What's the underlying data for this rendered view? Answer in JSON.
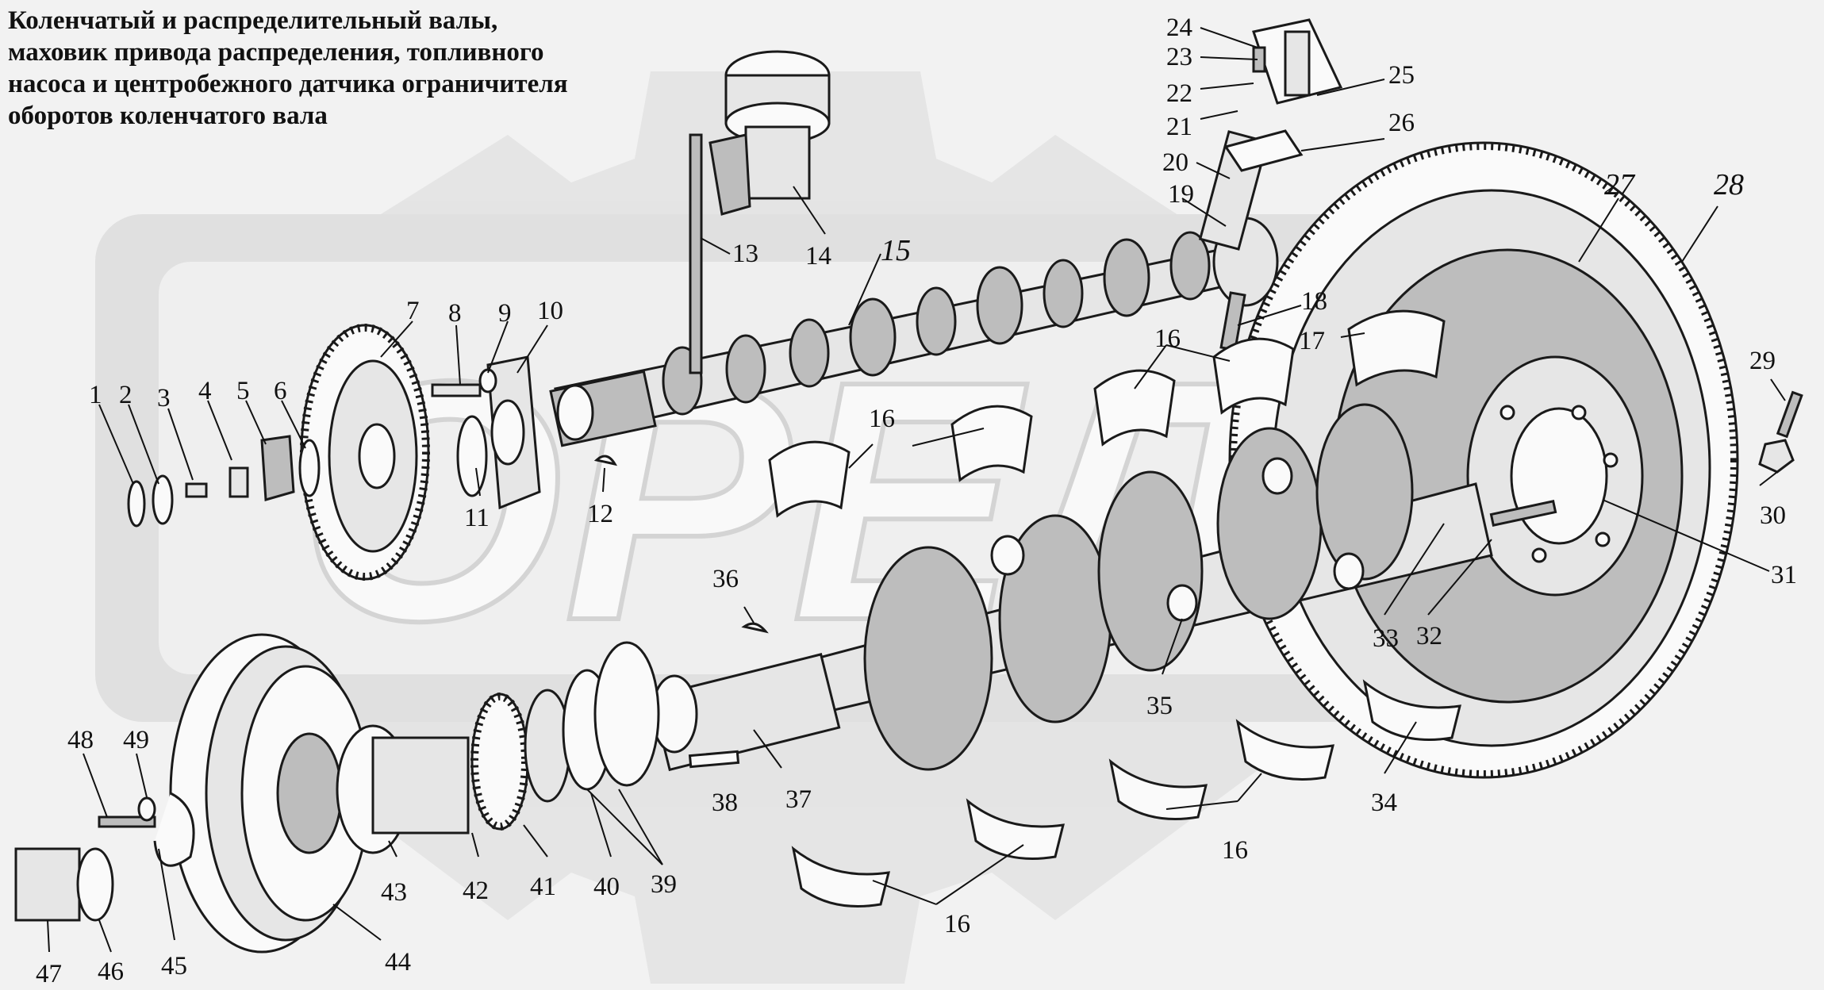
{
  "title": {
    "lines": [
      "Коленчатый и распределительный валы,",
      "маховик привода распределения, топливного",
      "насоса и центробежного датчика ограничителя",
      "оборотов коленчатого вала"
    ]
  },
  "watermark": {
    "text": "ОРЕЛ",
    "color": "#d6d6d6"
  },
  "callouts": [
    {
      "label": "1"
    },
    {
      "label": "2"
    },
    {
      "label": "3"
    },
    {
      "label": "4"
    },
    {
      "label": "5"
    },
    {
      "label": "6"
    },
    {
      "label": "7"
    },
    {
      "label": "8"
    },
    {
      "label": "9"
    },
    {
      "label": "10"
    },
    {
      "label": "11"
    },
    {
      "label": "12"
    },
    {
      "label": "13"
    },
    {
      "label": "14"
    },
    {
      "label": "15"
    },
    {
      "label": "16"
    },
    {
      "label": "16"
    },
    {
      "label": "16"
    },
    {
      "label": "16"
    },
    {
      "label": "17"
    },
    {
      "label": "18"
    },
    {
      "label": "19"
    },
    {
      "label": "20"
    },
    {
      "label": "21"
    },
    {
      "label": "22"
    },
    {
      "label": "23"
    },
    {
      "label": "24"
    },
    {
      "label": "25"
    },
    {
      "label": "26"
    },
    {
      "label": "27"
    },
    {
      "label": "28"
    },
    {
      "label": "29"
    },
    {
      "label": "30"
    },
    {
      "label": "31"
    },
    {
      "label": "32"
    },
    {
      "label": "33"
    },
    {
      "label": "34"
    },
    {
      "label": "35"
    },
    {
      "label": "36"
    },
    {
      "label": "37"
    },
    {
      "label": "38"
    },
    {
      "label": "39"
    },
    {
      "label": "40"
    },
    {
      "label": "41"
    },
    {
      "label": "42"
    },
    {
      "label": "43"
    },
    {
      "label": "44"
    },
    {
      "label": "45"
    },
    {
      "label": "46"
    },
    {
      "label": "47"
    },
    {
      "label": "48"
    },
    {
      "label": "49"
    }
  ]
}
